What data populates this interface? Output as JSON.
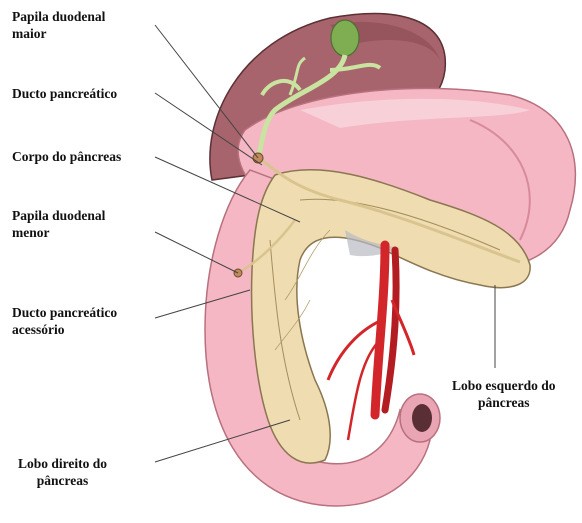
{
  "labels": {
    "papila_maior": {
      "line1": "Papila duodenal",
      "line2": "maior"
    },
    "ducto_pancreatico": "Ducto pancreático",
    "corpo_pancreas": "Corpo do pâncreas",
    "papila_menor": {
      "line1": "Papila duodenal",
      "line2": "menor"
    },
    "ducto_acessorio": {
      "line1": "Ducto pancreático",
      "line2": "acessório"
    },
    "lobo_direito": {
      "line1": "Lobo direito do",
      "line2": "pâncreas"
    },
    "lobo_esquerdo": {
      "line1": "Lobo esquerdo do",
      "line2": "pâncreas"
    }
  },
  "colors": {
    "stomach": "#f4b7c3",
    "stomach_shadow": "#d88a9a",
    "liver": "#a8646c",
    "pancreas": "#efdcb0",
    "duct": "#c9e3a0",
    "gallbladder": "#7fae52",
    "artery": "#d2262a",
    "leader": "#444444"
  }
}
